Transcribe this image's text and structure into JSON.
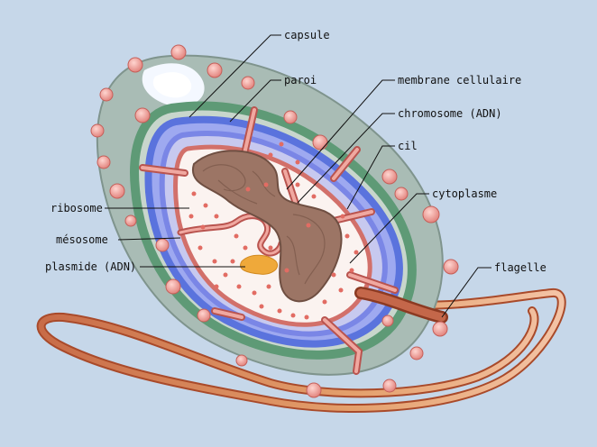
{
  "labels": {
    "capsule": "capsule",
    "paroi": "paroi",
    "membrane": "membrane cellulaire",
    "chromosome": "chromosome (ADN)",
    "cil": "cil",
    "cytoplasme": "cytoplasme",
    "flagelle": "flagelle",
    "ribosome": "ribosome",
    "mesosome": "mésosome",
    "plasmide": "plasmide (ADN)"
  },
  "colors": {
    "background": "#c6d7e9",
    "capsule": "#a9bcb5",
    "paroi": "#5e9a76",
    "membrane_blue": "#5a73dd",
    "cytoplasm": "#fbf3f0",
    "pili": "#e2706a",
    "chromosome": "#9c7565",
    "plasmid": "#efa93a",
    "flagellum": "#cf7e5c"
  }
}
